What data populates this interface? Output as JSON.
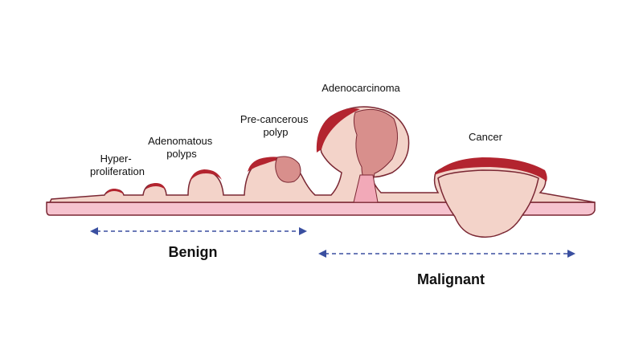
{
  "stages": {
    "hyperproliferation": {
      "line1": "Hyper-",
      "line2": "proliferation"
    },
    "adenomatous_polyps": {
      "line1": "Adenomatous",
      "line2": "polyps"
    },
    "precancerous_polyp": {
      "line1": "Pre-cancerous",
      "line2": "polyp"
    },
    "adenocarcinoma": {
      "line1": "Adenocarcinoma"
    },
    "cancer": {
      "line1": "Cancer"
    }
  },
  "ranges": {
    "benign": {
      "label": "Benign"
    },
    "malignant": {
      "label": "Malignant"
    }
  },
  "colors": {
    "tissue_pink": "#f6c3cf",
    "growth_beige": "#f3d3c9",
    "outline": "#7a2733",
    "dark_red": "#b3242f",
    "inner_rose": "#d88f8c",
    "arrow_blue": "#3a4fa0"
  }
}
